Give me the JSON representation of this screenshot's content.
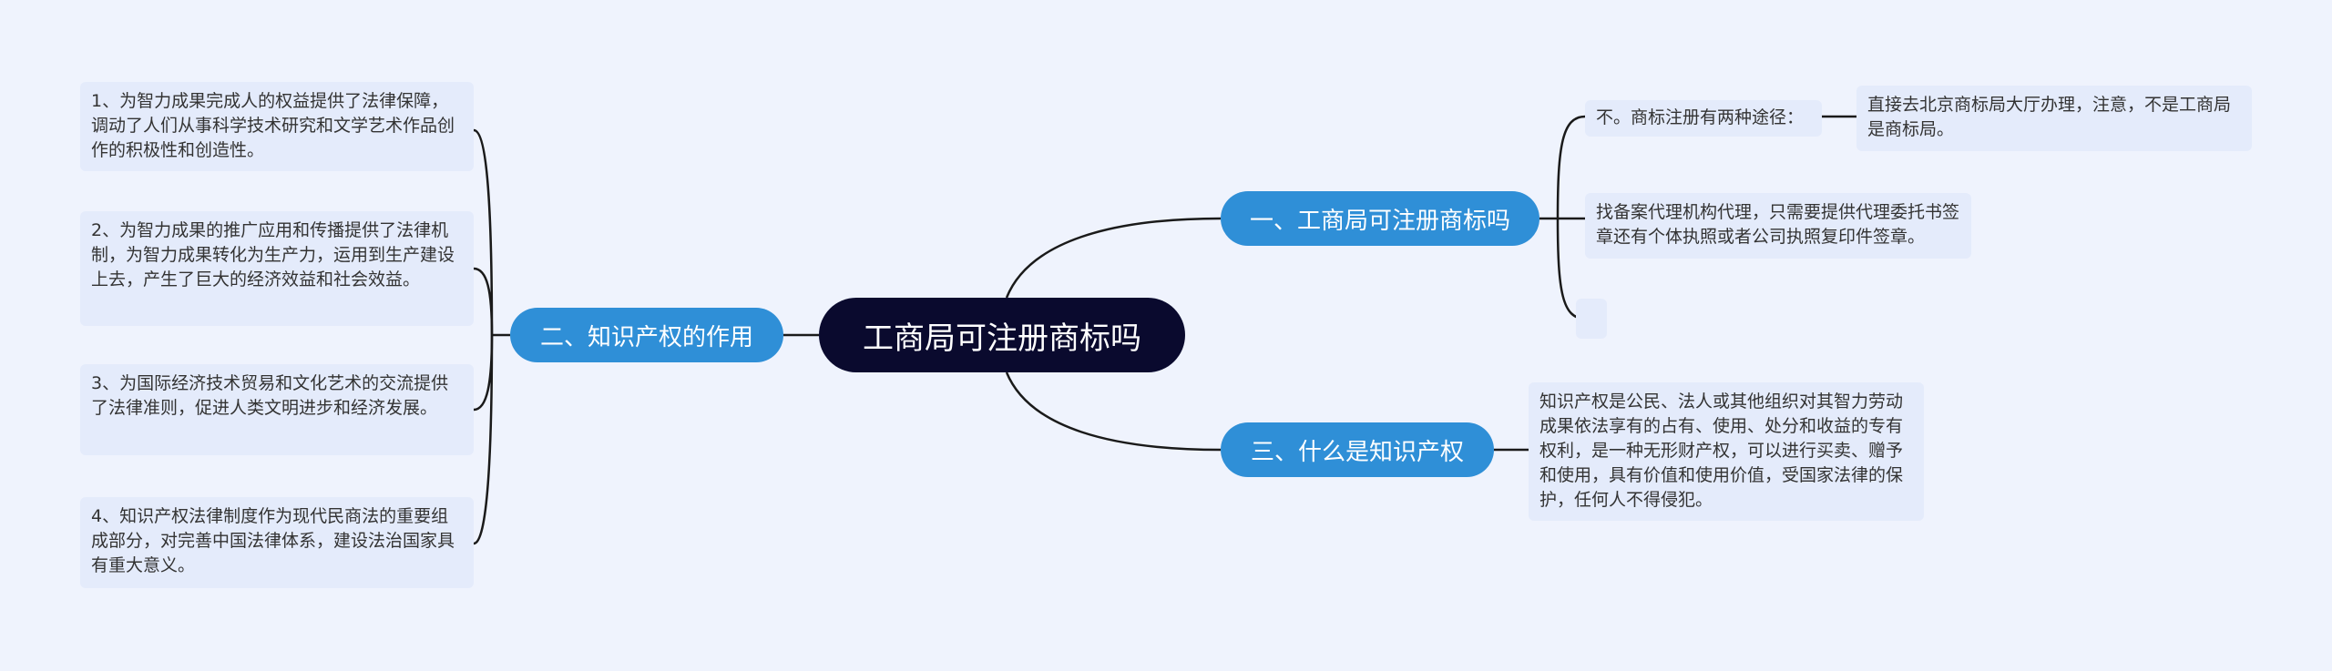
{
  "root": {
    "label": "工商局可注册商标吗"
  },
  "branches": {
    "b1": {
      "label": "一、工商局可注册商标吗",
      "leaves": [
        "不。商标注册有两种途径：",
        "找备案代理机构代理，只需要提供代理委托书签章还有个体执照或者公司执照复印件签章。",
        ""
      ],
      "sub_leaf": "直接去北京商标局大厅办理，注意，不是工商局是商标局。"
    },
    "b2": {
      "label": "二、知识产权的作用",
      "leaves": [
        "1、为智力成果完成人的权益提供了法律保障，调动了人们从事科学技术研究和文学艺术作品创作的积极性和创造性。",
        "2、为智力成果的推广应用和传播提供了法律机制，为智力成果转化为生产力，运用到生产建设上去，产生了巨大的经济效益和社会效益。",
        "3、为国际经济技术贸易和文化艺术的交流提供了法律准则，促进人类文明进步和经济发展。",
        "4、知识产权法律制度作为现代民商法的重要组成部分，对完善中国法律体系，建设法治国家具有重大意义。"
      ]
    },
    "b3": {
      "label": "三、什么是知识产权",
      "leaves": [
        "知识产权是公民、法人或其他组织对其智力劳动成果依法享有的占有、使用、处分和收益的专有权利，是一种无形财产权，可以进行买卖、赠予和使用，具有价值和使用价值，受国家法律的保护，任何人不得侵犯。"
      ]
    }
  },
  "colors": {
    "background": "#eff3fd",
    "root_fill": "#0a0a2e",
    "branch_fill": "#2f8fd7",
    "leaf_fill": "#e4ebfb",
    "line": "#1a1a1a"
  }
}
